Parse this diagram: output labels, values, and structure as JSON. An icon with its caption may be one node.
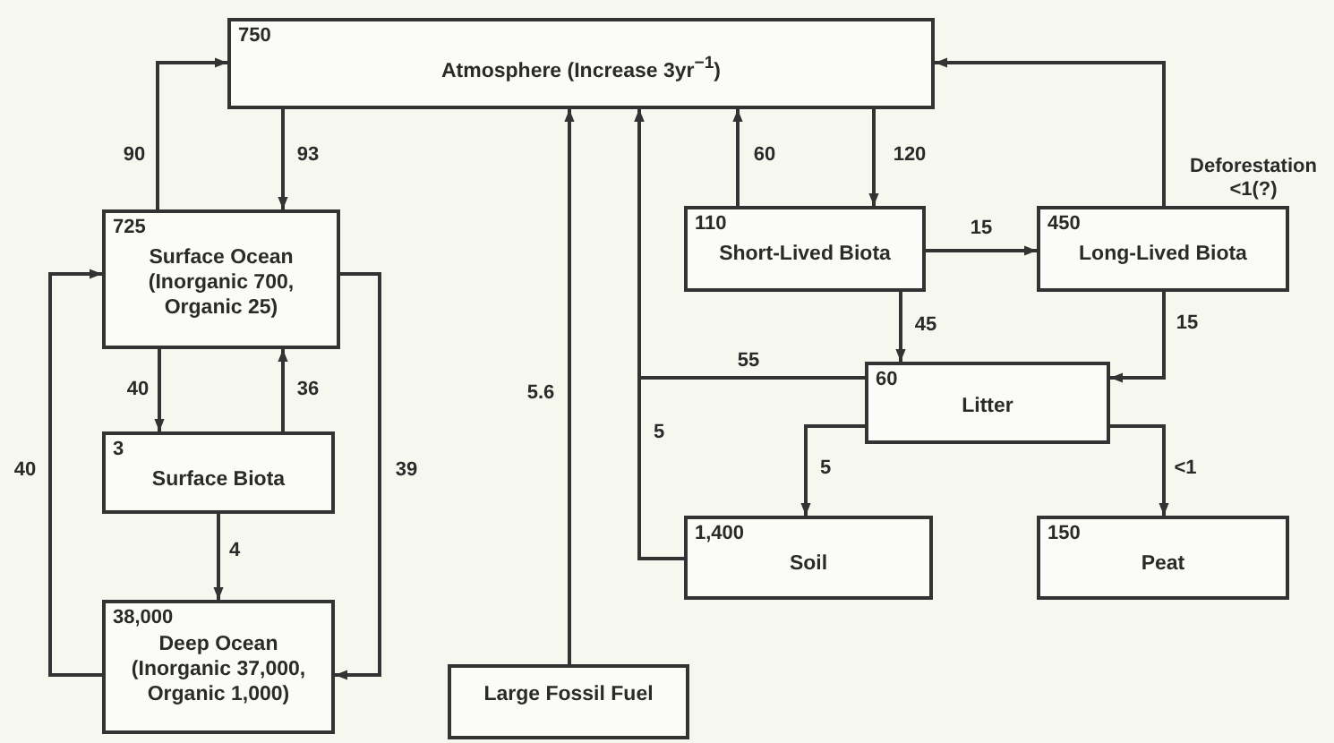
{
  "diagram": {
    "nodes": [
      {
        "text": [
          "750",
          "Atmosphere (Increase 3yr$^{−1}$)"
        ]
      },
      {
        "text": [
          "725",
          "Surface Ocean (Inorganic 700, Organic 25)"
        ]
      },
      {
        "text": [
          "3",
          "Surface Biota"
        ]
      },
      {
        "text": [
          "38,000",
          "Deep Ocean (Inorganic 37,000, Organic 1,000)"
        ]
      },
      {
        "text": [
          "Large Fossil Fuel"
        ]
      },
      {
        "text": [
          "110",
          "Short-Lived Biota"
        ]
      },
      {
        "text": [
          "450",
          "Long-Lived Biota"
        ]
      },
      {
        "text": [
          "60",
          "Litter"
        ]
      },
      {
        "text": [
          "1,400",
          "Soil"
        ]
      },
      {
        "text": [
          "150",
          "Peat"
        ]
      }
    ],
    "edges": [
      {
        "from": 1,
        "to": 0,
        "arrow": "to",
        "label": "90"
      },
      {
        "from": 0,
        "to": 1,
        "arrow": "to",
        "label": "93"
      },
      {
        "from": 1,
        "to": 2,
        "arrow": "to",
        "label": "40"
      },
      {
        "from": 2,
        "to": 1,
        "arrow": "to",
        "label": "36"
      },
      {
        "from": 2,
        "to": 3,
        "arrow": "to",
        "label": "4"
      },
      {
        "from": 3,
        "to": 1,
        "arrow": "to",
        "label": "40"
      },
      {
        "from": 1,
        "to": 3,
        "arrow": "to",
        "label": "39"
      },
      {
        "from": 4,
        "to": 0,
        "arrow": "to",
        "label": "5.6"
      },
      {
        "from": 5,
        "to": 0,
        "arrow": "to",
        "label": "60"
      },
      {
        "from": 0,
        "to": 5,
        "arrow": "to",
        "label": "120"
      },
      {
        "from": 5,
        "to": 6,
        "arrow": "to",
        "label": "15"
      },
      {
        "from": 6,
        "to": 0,
        "arrow": "to",
        "label": "Deforestation <1(?)"
      },
      {
        "from": 5,
        "to": 7,
        "arrow": "to",
        "label": "45"
      },
      {
        "from": 6,
        "to": 7,
        "arrow": "to",
        "label": "15"
      },
      {
        "from": 7,
        "to": 0,
        "arrow": "to",
        "label": "55"
      },
      {
        "from": 8,
        "to": 0,
        "arrow": "to",
        "label": "5"
      },
      {
        "from": 7,
        "to": 8,
        "arrow": "to",
        "label": "5"
      },
      {
        "from": 7,
        "to": 9,
        "arrow": "to",
        "label": "<1"
      }
    ]
  }
}
